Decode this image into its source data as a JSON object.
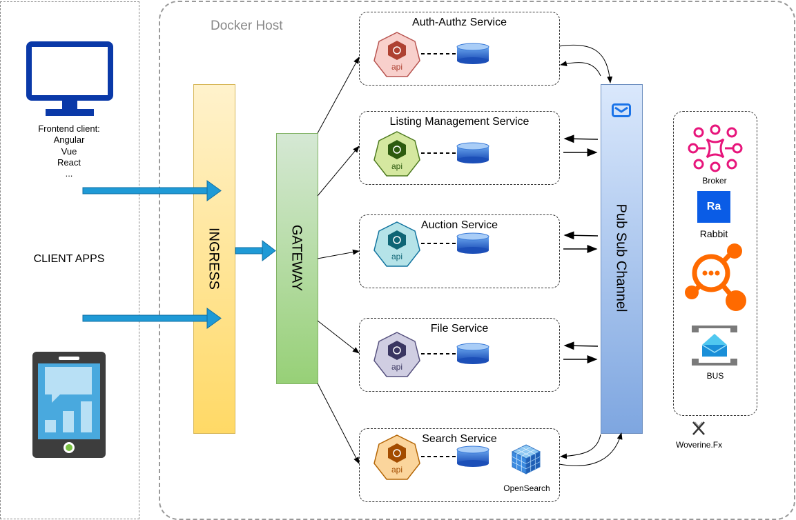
{
  "client": {
    "frontend_title": "Frontend client:",
    "frontends": [
      "Angular",
      "Vue",
      "React",
      "..."
    ],
    "section_label": "CLIENT APPS"
  },
  "docker_host": {
    "label": "Docker Host"
  },
  "ingress": {
    "label": "INGRESS"
  },
  "gateway": {
    "label": "GATEWAY"
  },
  "pubsub": {
    "label": "Pub Sub Channel"
  },
  "services": [
    {
      "title": "Auth-Authz Service",
      "api": "api",
      "color": "#f8d0cc",
      "stroke": "#b85450",
      "icon": "#ae4132"
    },
    {
      "title": "Listing Management Service",
      "api": "api",
      "color": "#d5e8a0",
      "stroke": "#4d7a1f",
      "icon": "#2d5b0f"
    },
    {
      "title": "Auction Service",
      "api": "api",
      "color": "#b5e3e8",
      "stroke": "#10739e",
      "icon": "#0e6575"
    },
    {
      "title": "File Service",
      "api": "api",
      "color": "#d0cee2",
      "stroke": "#56517e",
      "icon": "#3a3661"
    },
    {
      "title": "Search Service",
      "api": "api",
      "color": "#fbd59c",
      "stroke": "#b46504",
      "icon": "#a34c00"
    }
  ],
  "opensearch": {
    "label": "OpenSearch"
  },
  "broker_panel": {
    "broker_label": "Broker",
    "rabbit_badge": "Ra",
    "rabbit_label": "Rabbit",
    "bus_label": "BUS"
  },
  "woverine": {
    "label": "Woverine.Fx"
  },
  "colors": {
    "arrow_blue": "#1f9ad6",
    "ingress_top": "#fff2cc",
    "ingress_bottom": "#ffd966",
    "gateway_top": "#d5e8d4",
    "gateway_bottom": "#97d077",
    "pubsub_top": "#dae8fc",
    "pubsub_bottom": "#7ea6e0",
    "monitor": "#0a39a8",
    "broker_pink": "#e7157b",
    "rabbit_blue": "#0a5ce6",
    "kafka_orange": "#ff6a00"
  }
}
